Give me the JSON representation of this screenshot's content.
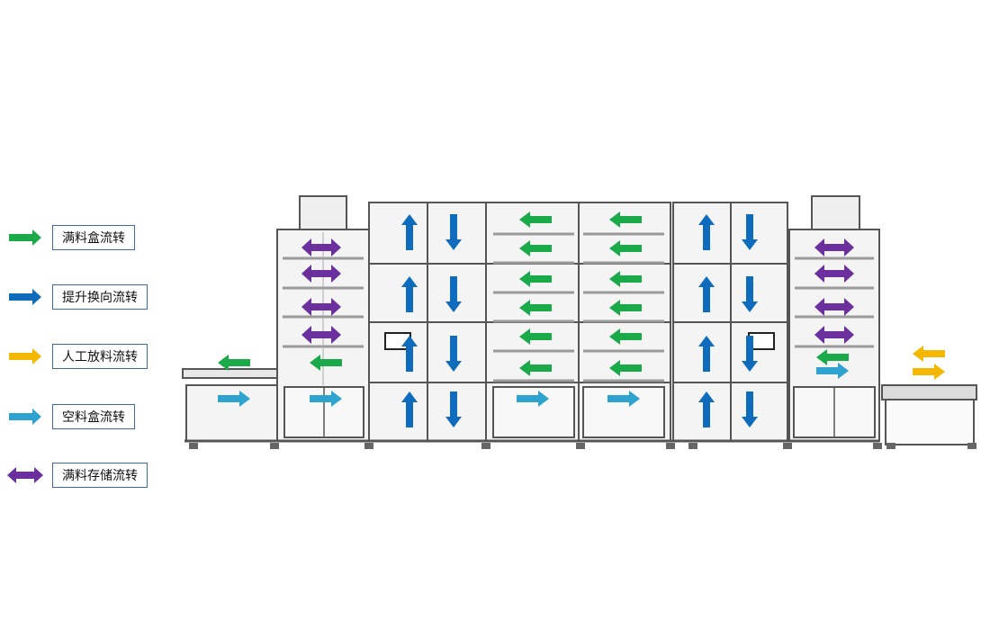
{
  "legend": [
    {
      "label": "满料盒流转",
      "color": "#1aaa4a",
      "icon": "arrow-right"
    },
    {
      "label": "提升换向流转",
      "color": "#0f6cbd",
      "icon": "arrow-right"
    },
    {
      "label": "人工放料流转",
      "color": "#f5b800",
      "icon": "arrow-right"
    },
    {
      "label": "空料盒流转",
      "color": "#2ea3d0",
      "icon": "arrow-right"
    },
    {
      "label": "满料存储流转",
      "color": "#6b2f9e",
      "icon": "arrow-double"
    }
  ],
  "colors": {
    "frame": "#555555",
    "panel": "#f4f4f4",
    "rail": "#9a9a9a"
  }
}
